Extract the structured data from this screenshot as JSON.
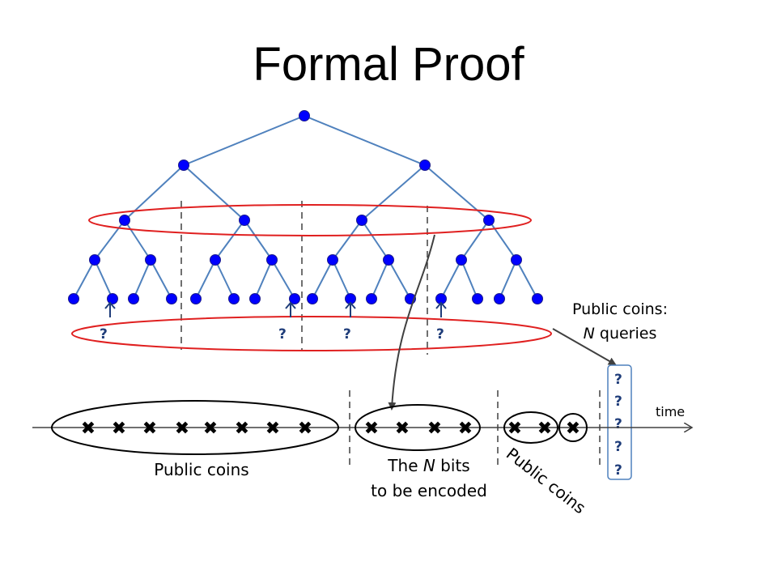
{
  "title": "Formal Proof",
  "labels": {
    "public_coins_queries_line1": "Public coins:",
    "public_coins_queries_N": "N",
    "public_coins_queries_rest": " queries",
    "time": "time",
    "public_coins_left": "Public coins",
    "n_bits_the": "The ",
    "n_bits_N": "N",
    "n_bits_rest": " bits",
    "n_bits_line2": "to be encoded",
    "public_coins_rotated": "Public coins"
  },
  "query_mark": "?",
  "coin_mark": "✖",
  "colors": {
    "node": "#0000ff",
    "edge": "#4f81bd",
    "ellipse": "#e02020",
    "arrow": "#404040",
    "query_text": "#1f3d7a"
  }
}
